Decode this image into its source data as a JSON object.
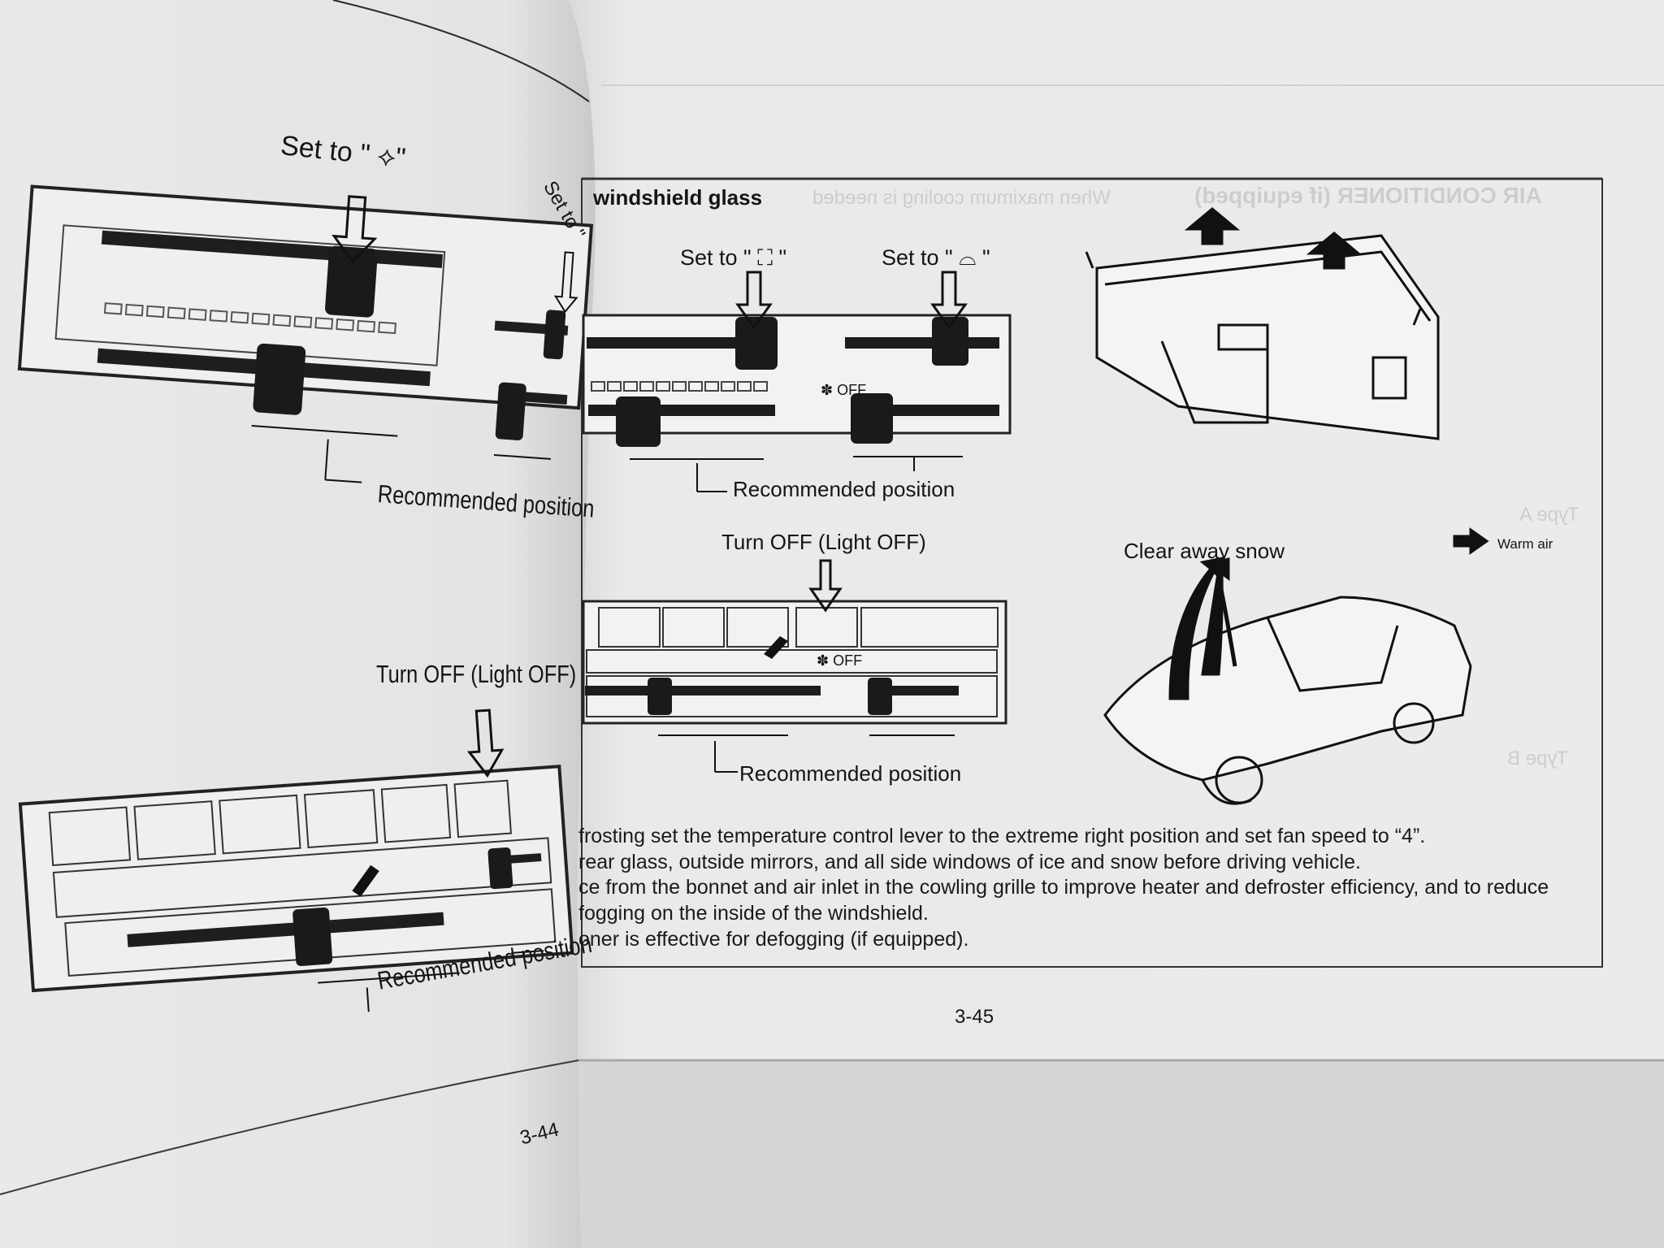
{
  "left_page": {
    "panel1": {
      "set_to_label": "Set to \" ⟡\"",
      "set_to_label_2": "Set to \"",
      "recommended": "Recommended position"
    },
    "panel2": {
      "turn_off": "Turn OFF (Light OFF)",
      "recommended": "Recommended position"
    },
    "page_number": "3-44"
  },
  "right_page": {
    "heading": "windshield glass",
    "top_panel": {
      "set_to_label_1": "Set to \" ⛶ \"",
      "set_to_label_2": "Set to \" ⌓ \"",
      "fan_label": "✽ OFF",
      "recommended": "Recommended position"
    },
    "middle_panel": {
      "turn_off": "Turn OFF (Light OFF)",
      "fan_label": "✽ OFF",
      "recommended": "Recommended position"
    },
    "car": {
      "clear_snow": "Clear away snow",
      "warm_air": "Warm air"
    },
    "body": [
      "frosting set the temperature control lever to the extreme right position and set fan speed to “4”.",
      "rear glass, outside mirrors, and all side windows of ice and snow before driving vehicle.",
      "ce from the bonnet and air inlet in the cowling grille to improve heater and defroster efficiency, and to reduce",
      "fogging on the inside of the windshield.",
      "oner is effective for defogging (if equipped)."
    ],
    "page_number": "3-45"
  },
  "bleed": {
    "header": "AIR CONDITIONER (if equipped)",
    "line1": "When maximum cooling is needed",
    "type_a": "Type A",
    "type_b": "Type B"
  }
}
